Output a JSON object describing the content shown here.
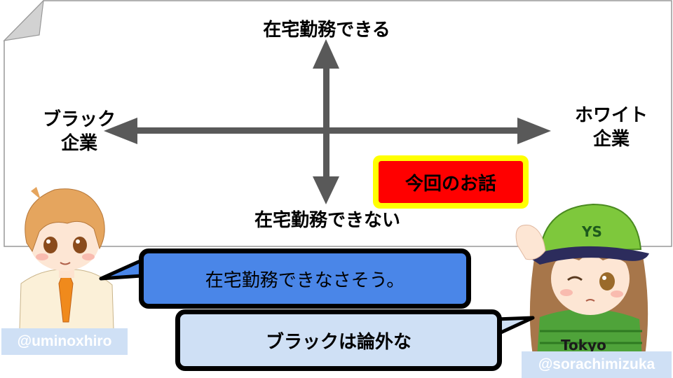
{
  "diagram": {
    "axis_top": "在宅勤務できる",
    "axis_bottom": "在宅勤務できない",
    "axis_left_line1": "ブラック",
    "axis_left_line2": "企業",
    "axis_right_line1": "ホワイト",
    "axis_right_line2": "企業",
    "highlight_label": "今回のお話"
  },
  "characters": {
    "left_handle": "@uminoxhiro",
    "right_handle": "@sorachimizuka",
    "right_cap_logo": "YS",
    "right_shirt_text": "Tokyo"
  },
  "dialogue": {
    "bubble_1": "在宅勤務できなさそう。",
    "bubble_2": "ブラックは論外な"
  },
  "colors": {
    "arrow": "#595959",
    "highlight_border": "#ffff00",
    "highlight_fill": "#ff0000",
    "bubble_1_fill": "#4a86e8",
    "bubble_2_fill": "#cfe0f5",
    "cap_green": "#7ec83c"
  }
}
